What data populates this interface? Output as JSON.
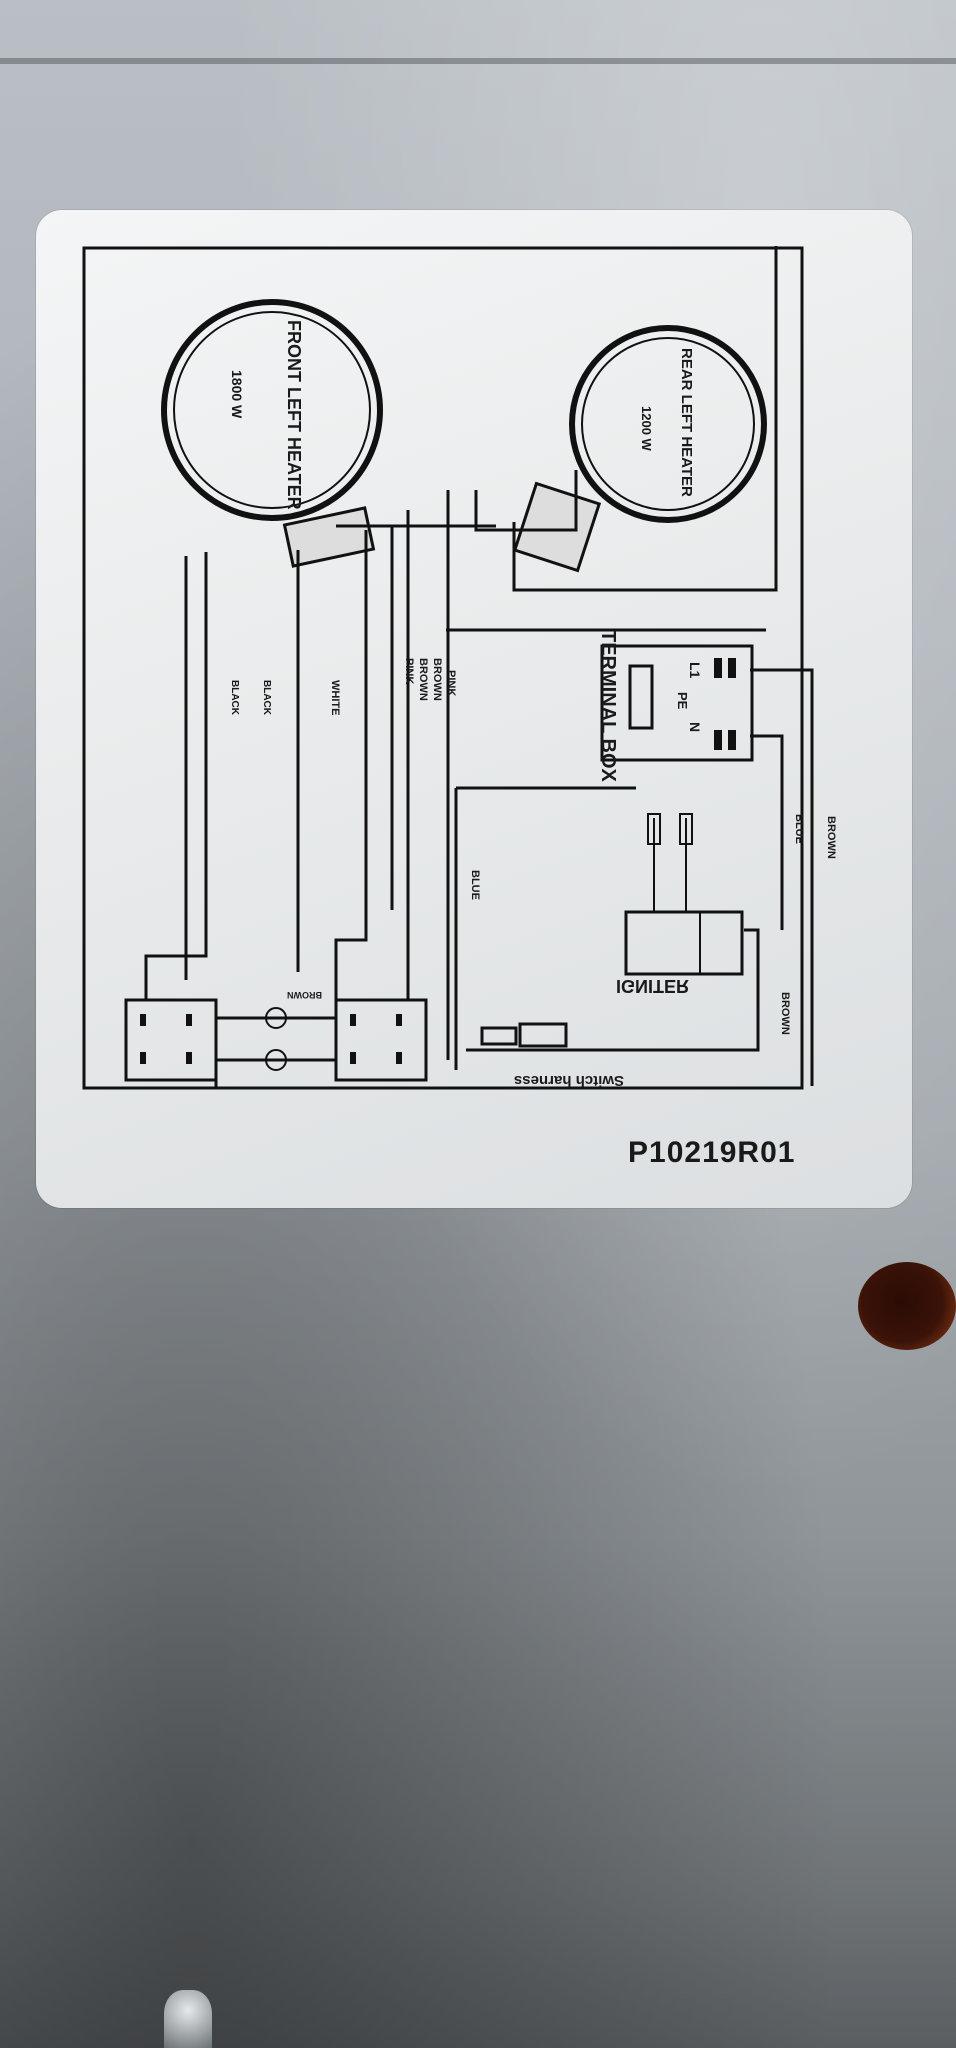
{
  "photo": {
    "label_part_number": "P10219R01",
    "diagram": {
      "front_heater_name": "FRONT LEFT HEATER",
      "front_heater_power": "1800 W",
      "rear_heater_name": "REAR LEFT HEATER",
      "rear_heater_power": "1200 W",
      "terminal_box": "TERMINAL BOX",
      "terminal_l1": "L1",
      "terminal_n": "N",
      "terminal_pe": "PE",
      "igniter": "IGNITER",
      "switch_harness": "Switch harness",
      "wires": {
        "pink": "PINK",
        "brown_1": "BROWN",
        "brown_2": "BROWN",
        "pink_2": "PINK",
        "white": "WHITE",
        "black_1": "BLACK",
        "black_2": "BLACK",
        "blue_1": "BLUE",
        "blue_2": "BLUE",
        "brown_right_1": "BROWN",
        "brown_right_2": "BROWN",
        "brown_bottom": "BROWN"
      }
    }
  }
}
